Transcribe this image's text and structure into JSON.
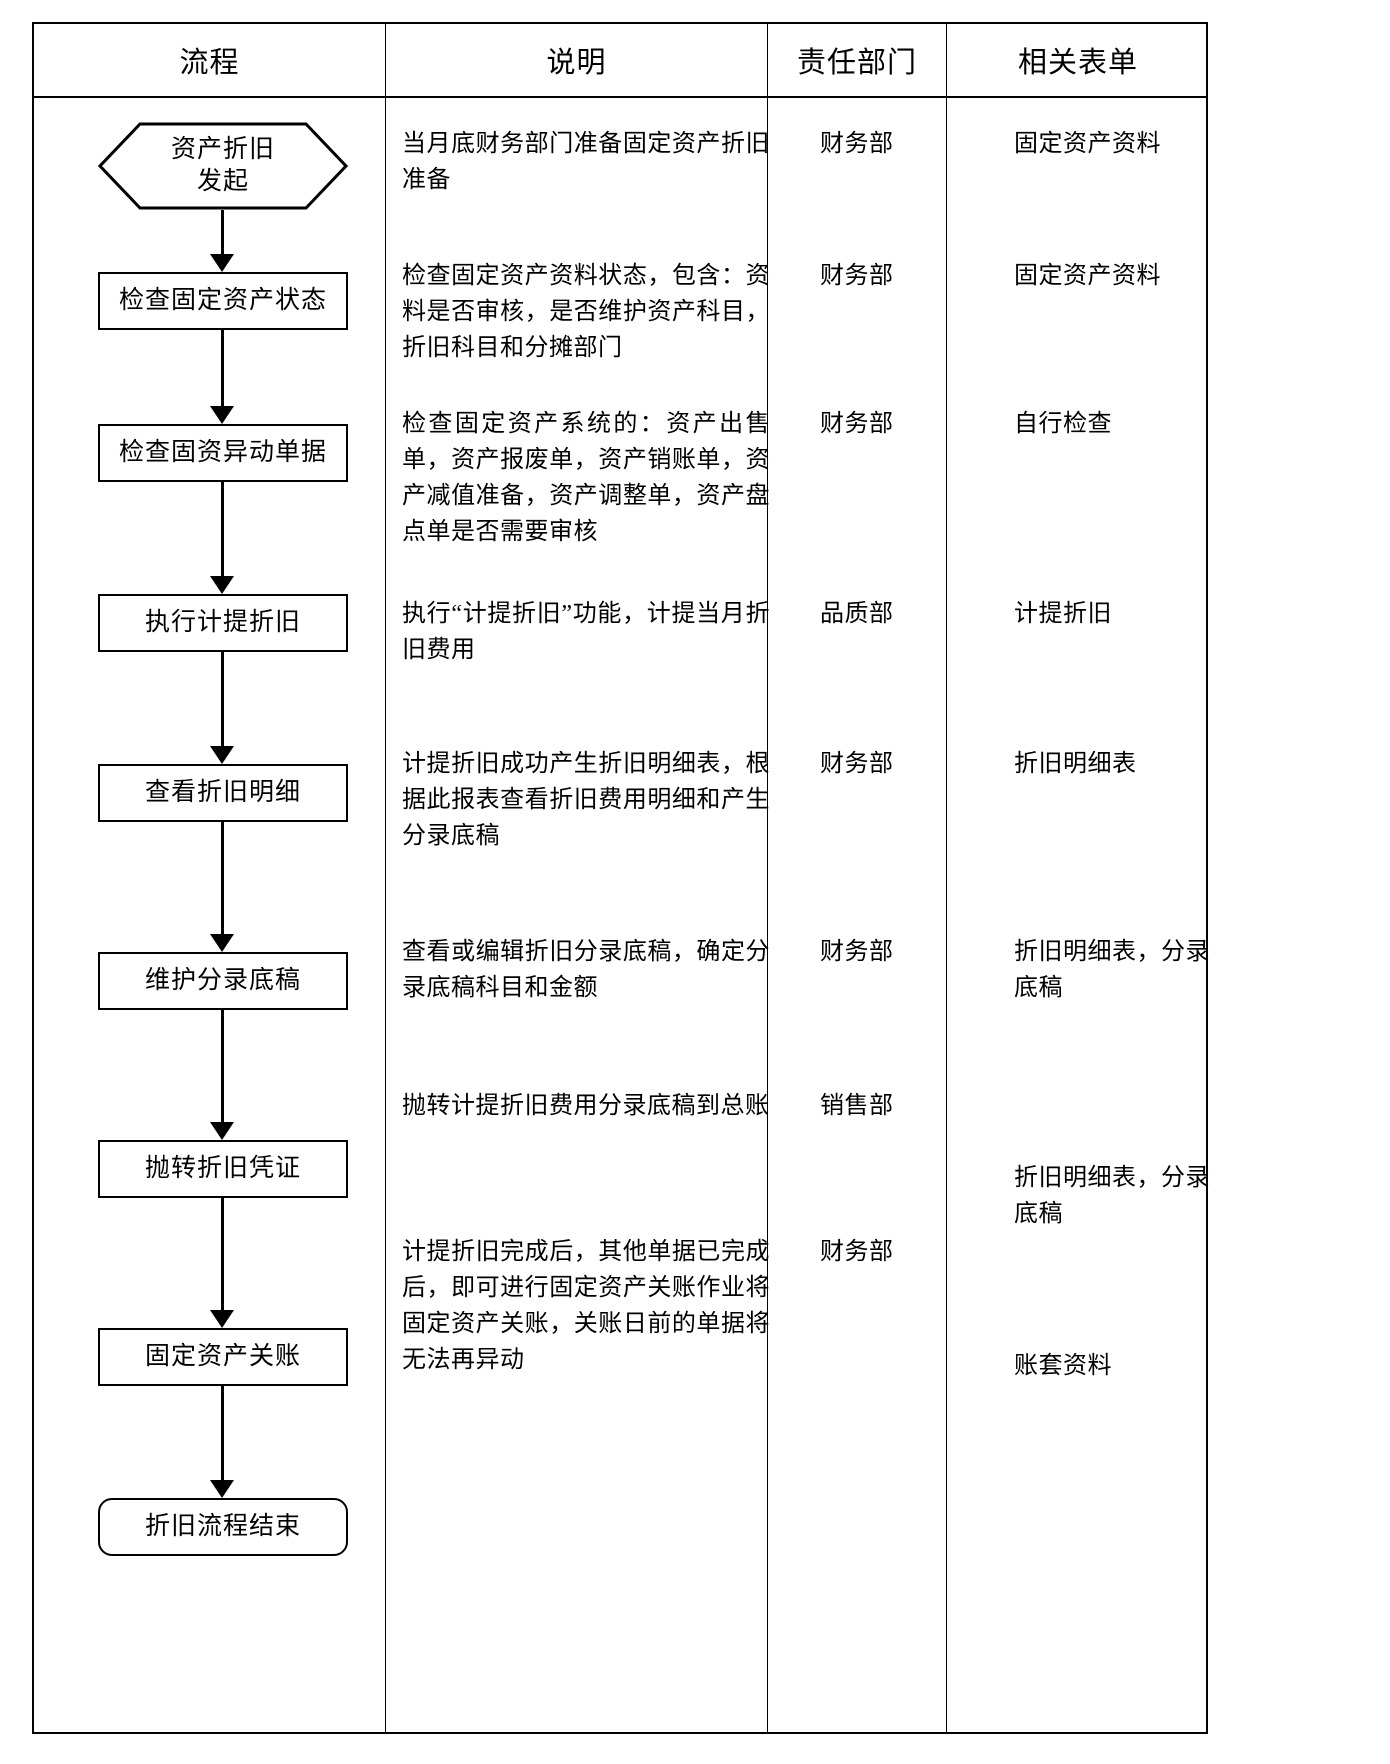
{
  "table": {
    "headers": [
      {
        "key": "flow",
        "label": "流程"
      },
      {
        "key": "desc",
        "label": "说明"
      },
      {
        "key": "dept",
        "label": "责任部门"
      },
      {
        "key": "form",
        "label": "相关表单"
      }
    ]
  },
  "flow_nodes": [
    {
      "id": "start",
      "shape": "hexagon",
      "label": "资产折旧\n发起"
    },
    {
      "id": "check-status",
      "shape": "process",
      "label": "检查固定资产状态"
    },
    {
      "id": "check-docs",
      "shape": "process",
      "label": "检查固资异动单据"
    },
    {
      "id": "run-depr",
      "shape": "process",
      "label": "执行计提折旧"
    },
    {
      "id": "view-detail",
      "shape": "process",
      "label": "查看折旧明细"
    },
    {
      "id": "maintain-draft",
      "shape": "process",
      "label": "维护分录底稿"
    },
    {
      "id": "post-voucher",
      "shape": "process",
      "label": "抛转折旧凭证"
    },
    {
      "id": "close-books",
      "shape": "process",
      "label": "固定资产关账"
    },
    {
      "id": "end",
      "shape": "terminator",
      "label": "折旧流程结束"
    }
  ],
  "rows": [
    {
      "desc": "当月底财务部门准备固定资产折旧准备",
      "dept": "财务部",
      "form": "固定资产资料"
    },
    {
      "desc": "检查固定资产资料状态，包含：资料是否审核，是否维护资产科目，折旧科目和分摊部门",
      "dept": "财务部",
      "form": "固定资产资料"
    },
    {
      "desc": "检查固定资产系统的：资产出售单，资产报废单，资产销账单，资产减值准备，资产调整单，资产盘点单是否需要审核",
      "dept": "财务部",
      "form": "自行检查"
    },
    {
      "desc": "执行“计提折旧”功能，计提当月折旧费用",
      "dept": "品质部",
      "form": "计提折旧"
    },
    {
      "desc": "计提折旧成功产生折旧明细表，根据此报表查看折旧费用明细和产生分录底稿",
      "dept": "财务部",
      "form": "折旧明细表"
    },
    {
      "desc": "查看或编辑折旧分录底稿，确定分录底稿科目和金额",
      "dept": "财务部",
      "form": "折旧明细表，分录底稿"
    },
    {
      "desc": "抛转计提折旧费用分录底稿到总账",
      "dept": "销售部",
      "form": "折旧明细表，分录底稿"
    },
    {
      "desc": "计提折旧完成后，其他单据已完成后，即可进行固定资产关账作业将固定资产关账，关账日前的单据将无法再异动",
      "dept": "财务部",
      "form": "账套资料"
    }
  ],
  "colors": {
    "line": "#000000",
    "background": "#ffffff",
    "text": "#000000"
  }
}
